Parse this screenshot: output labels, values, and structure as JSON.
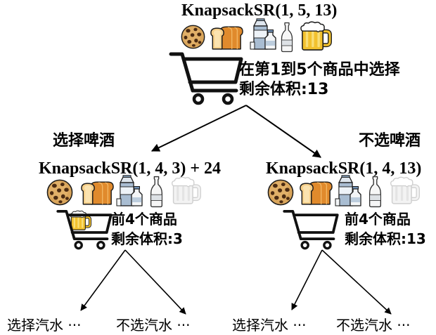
{
  "root": {
    "title": "KnapsackSR(1, 5, 13)",
    "desc_line1": "在第1到5个商品中选择",
    "desc_line2": "剩余体积:13",
    "items": [
      {
        "icon": "cookie-icon"
      },
      {
        "icon": "bread-icon"
      },
      {
        "icon": "milk-icon"
      },
      {
        "icon": "soda-icon"
      },
      {
        "icon": "beer-icon"
      }
    ],
    "cart_contents": []
  },
  "branches": [
    {
      "edge_label": "选择啤酒",
      "title": "KnapsackSR(1, 4, 3) + 24",
      "desc_line1": "前4个商品",
      "desc_line2": "剩余体积:3",
      "items": [
        {
          "icon": "cookie-icon"
        },
        {
          "icon": "bread-icon"
        },
        {
          "icon": "milk-icon"
        },
        {
          "icon": "soda-icon"
        },
        {
          "icon": "beer-icon",
          "faded": true
        }
      ],
      "cart_contents": [
        {
          "icon": "beer-icon"
        }
      ],
      "children": [
        "选择汽水 ···",
        "不选汽水 ···"
      ]
    },
    {
      "edge_label": "不选啤酒",
      "title": "KnapsackSR(1, 4, 13)",
      "desc_line1": "前4个商品",
      "desc_line2": "剩余体积:13",
      "items": [
        {
          "icon": "cookie-icon"
        },
        {
          "icon": "bread-icon"
        },
        {
          "icon": "milk-icon"
        },
        {
          "icon": "soda-icon"
        },
        {
          "icon": "beer-icon",
          "faded": true
        }
      ],
      "cart_contents": [],
      "children": [
        "选择汽水 ···",
        "不选汽水 ···"
      ]
    }
  ]
}
